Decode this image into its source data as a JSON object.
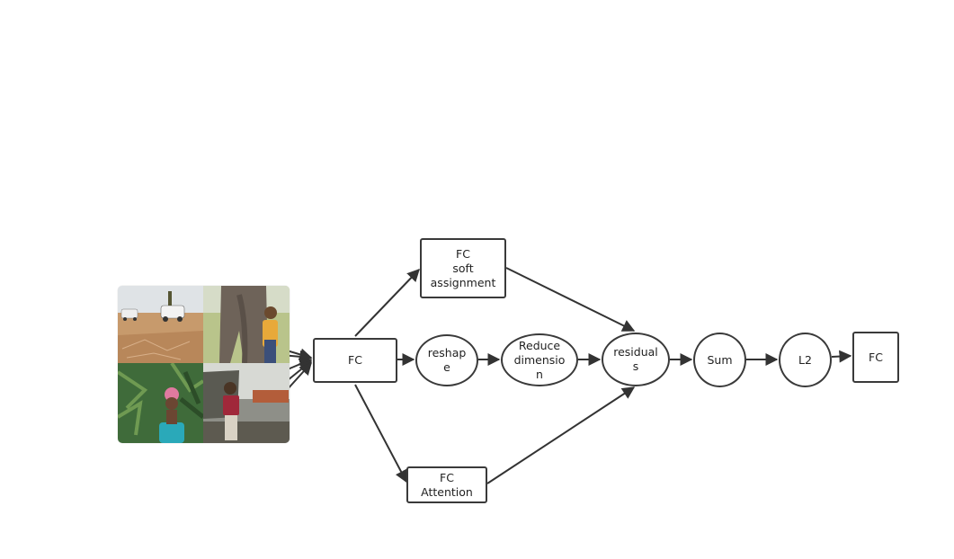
{
  "nodes": {
    "fc_main": "FC",
    "fc_soft": "FC\nsoft\nassignment",
    "fc_attention": "FC\nAttention",
    "reshape": "reshap\ne",
    "reduce": "Reduce\ndimensio\nn",
    "residuals": "residual\ns",
    "sum": "Sum",
    "l2": "L2",
    "fc_out": "FC"
  },
  "photos": [
    {
      "scene": "desert-vehicles"
    },
    {
      "scene": "elephant-person"
    },
    {
      "scene": "palm-tree-portrait"
    },
    {
      "scene": "market-person"
    }
  ]
}
